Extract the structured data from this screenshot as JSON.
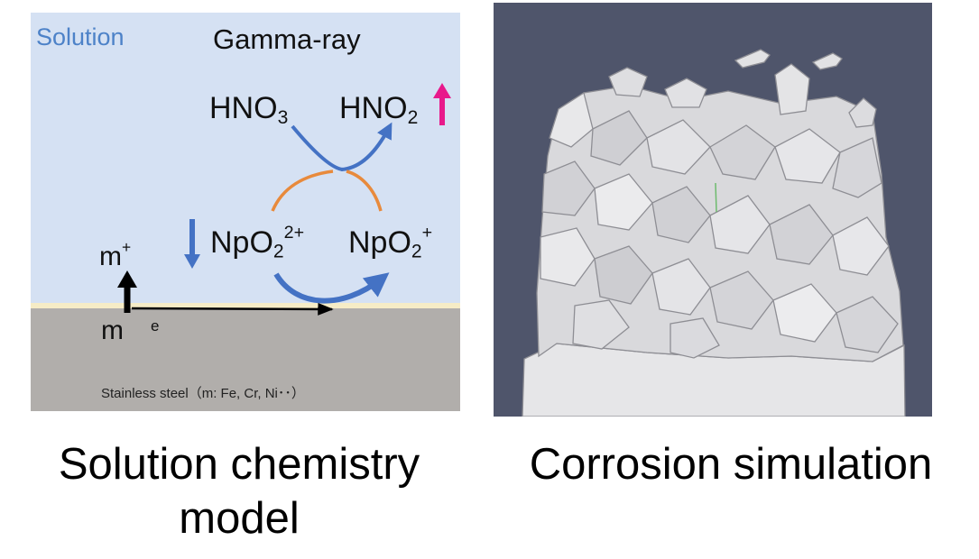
{
  "left_diagram": {
    "solution_label": "Solution",
    "radiation_label": "Gamma-ray",
    "hno3": {
      "base": "HNO",
      "sub": "3"
    },
    "hno2": {
      "base": "HNO",
      "sub": "2"
    },
    "npo2_2plus": {
      "base": "NpO",
      "sub": "2",
      "sup": "2+"
    },
    "npo2_plus": {
      "base": "NpO",
      "sub": "2",
      "sup": "+"
    },
    "metal_ion": {
      "base": "m",
      "sup": "+"
    },
    "metal": "m",
    "electron": "e",
    "steel_label": "Stainless steel（m: Fe, Cr, Ni･･）",
    "colors": {
      "solution_bg": "#d5e1f3",
      "steel_bg": "#b1aeab",
      "interface": "#f6ecc6",
      "blue_arrow": "#4472c4",
      "orange_arrow": "#e88a3c",
      "pink_arrow": "#e8198b"
    }
  },
  "right_panel": {
    "background_color": "#4f556b"
  },
  "captions": {
    "left": "Solution chemistry model",
    "right": "Corrosion simulation"
  }
}
